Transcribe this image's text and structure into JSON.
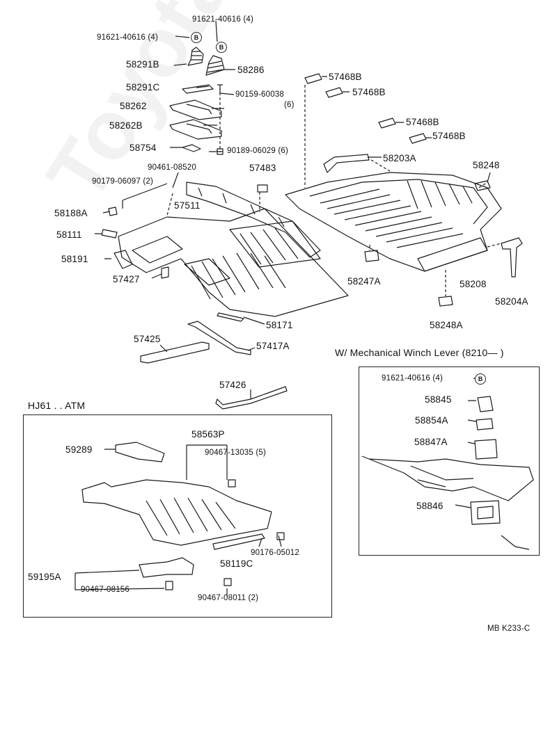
{
  "watermark": "ToyotaCarMi.ru",
  "ref_code": "MB  K233-C",
  "bolt_mark": "B",
  "sections": {
    "winch": "W/ Mechanical Winch Lever (8210—      )",
    "atm": "HJ61 . . ATM"
  },
  "labels": {
    "p91621_top": "91621-40616 (4)",
    "p91621_left": "91621-40616 (4)",
    "p58291B": "58291B",
    "p58286": "58286",
    "p58291C": "58291C",
    "p90159": "90159-60038",
    "p90159_qty": "(6)",
    "p58262": "58262",
    "p58262B": "58262B",
    "p58754": "58754",
    "p90189": "90189-06029 (6)",
    "p57468B_1": "57468B",
    "p57468B_2": "57468B",
    "p57468B_3": "57468B",
    "p57468B_4": "57468B",
    "p58203A": "58203A",
    "p58248": "58248",
    "p90461": "90461-08520",
    "p90179": "90179-06097 (2)",
    "p57483": "57483",
    "p57511": "57511",
    "p58188A": "58188A",
    "p58111": "58111",
    "p58191": "58191",
    "p57427": "57427",
    "p58247A": "58247A",
    "p58208": "58208",
    "p58204A": "58204A",
    "p58248A": "58248A",
    "p58171": "58171",
    "p57425": "57425",
    "p57417A": "57417A",
    "p57426": "57426",
    "w91621": "91621-40616 (4)",
    "w58845": "58845",
    "w58854A": "58854A",
    "w58847A": "58847A",
    "w58846": "58846",
    "a59289": "59289",
    "a58563P": "58563P",
    "a90467_13035": "90467-13035 (5)",
    "a90176": "90176-05012",
    "a58119C": "58119C",
    "a59195A": "59195A",
    "a90467_08156": "90467-08156",
    "a90467_08011": "90467-08011 (2)"
  }
}
